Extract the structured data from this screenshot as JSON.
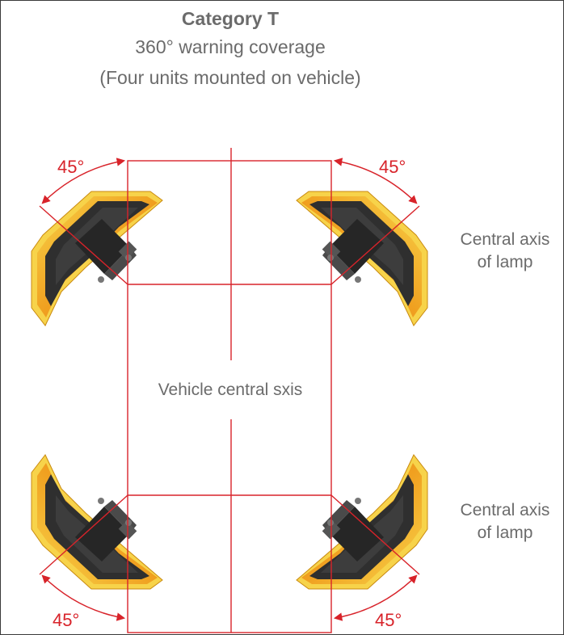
{
  "title": "Category T",
  "subtitle": "360° warning coverage",
  "note": "(Four units mounted on vehicle)",
  "vehicle_axis_label": "Vehicle central sxis",
  "lamp_axis_label_line1": "Central axis",
  "lamp_axis_label_line2": "of lamp",
  "angle_label": "45°",
  "colors": {
    "accent_red": "#d8232a",
    "text_gray": "#6b6b6b",
    "lens_orange": "#f0a020",
    "lens_yellow": "#f7d34a",
    "housing_dark": "#2b2b2b"
  }
}
